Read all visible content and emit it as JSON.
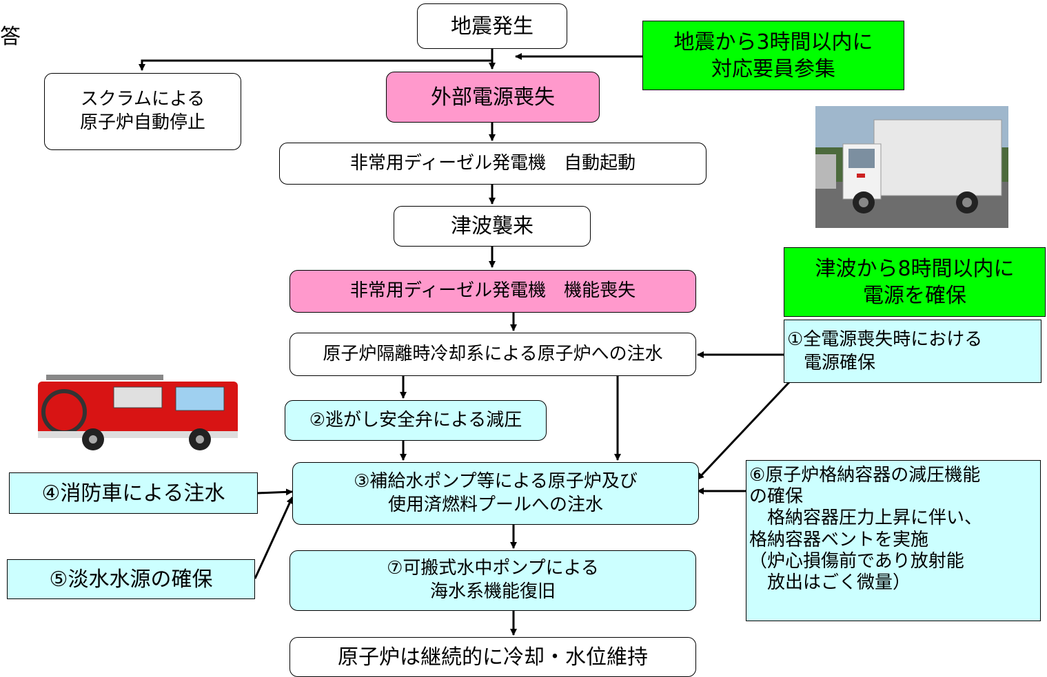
{
  "corner_text": "答",
  "nodes": {
    "earthquake": "地震発生",
    "scram": [
      "スクラムによる",
      "原子炉自動停止"
    ],
    "offsite_power_loss": "外部電源喪失",
    "edg_start": "非常用ディーゼル発電機　自動起動",
    "tsunami": "津波襲来",
    "edg_loss": "非常用ディーゼル発電機　機能喪失",
    "rcic": "原子炉隔離時冷却系による原子炉への注水",
    "srv": "②逃がし安全弁による減圧",
    "makeup": [
      "③補給水ポンプ等による原子炉及び",
      "使用済燃料プールへの注水"
    ],
    "seawater": [
      "⑦可搬式水中ポンプによる",
      "海水系機能復旧"
    ],
    "final": "原子炉は継続的に冷却・水位維持"
  },
  "measures": {
    "staff": [
      "地震から3時間以内に",
      "対応要員参集"
    ],
    "power_time": [
      "津波から8時間以内に",
      "電源を確保"
    ],
    "power": [
      "①全電源喪失時における",
      "電源確保"
    ],
    "fire_truck": "④消防車による注水",
    "freshwater": "⑤淡水水源の確保",
    "containment": [
      "⑥原子炉格納容器の減圧機能",
      "の確保",
      "　格納容器圧力上昇に伴い、",
      "格納容器ベントを実施",
      "（炉心損傷前であり放射能",
      "　放出はごく微量）"
    ]
  },
  "images": {
    "truck_icon": "power-supply-truck-photo",
    "firetruck_icon": "fire-engine-illustration"
  },
  "colors": {
    "pink": "#ff99cc",
    "cyan": "#ccffff",
    "green": "#00ff00"
  }
}
